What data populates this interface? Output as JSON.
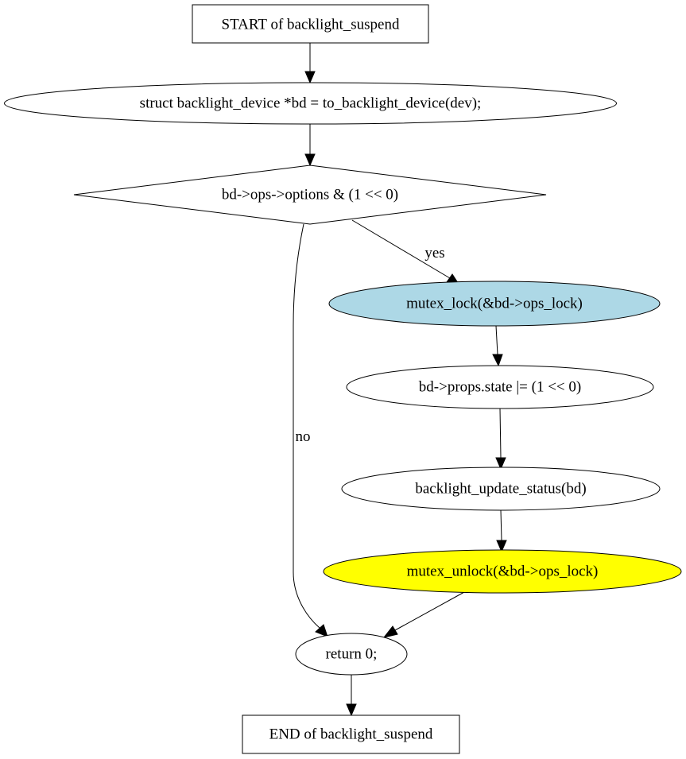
{
  "nodes": {
    "start": {
      "label": "START of backlight_suspend",
      "shape": "box",
      "fill": "#ffffff"
    },
    "get_bd": {
      "label": "struct backlight_device *bd = to_backlight_device(dev);",
      "shape": "ellipse",
      "fill": "#ffffff"
    },
    "check_options": {
      "label": "bd->ops->options & (1 << 0)",
      "shape": "diamond",
      "fill": "#ffffff"
    },
    "mutex_lock": {
      "label": "mutex_lock(&bd->ops_lock)",
      "shape": "ellipse",
      "fill": "#add8e6"
    },
    "set_state": {
      "label": "bd->props.state |= (1 << 0)",
      "shape": "ellipse",
      "fill": "#ffffff"
    },
    "update_status": {
      "label": "backlight_update_status(bd)",
      "shape": "ellipse",
      "fill": "#ffffff"
    },
    "mutex_unlock": {
      "label": "mutex_unlock(&bd->ops_lock)",
      "shape": "ellipse",
      "fill": "#ffff00"
    },
    "return": {
      "label": "return 0;",
      "shape": "ellipse",
      "fill": "#ffffff"
    },
    "end": {
      "label": "END of backlight_suspend",
      "shape": "box",
      "fill": "#ffffff"
    }
  },
  "edges": {
    "yes_label": "yes",
    "no_label": "no"
  }
}
